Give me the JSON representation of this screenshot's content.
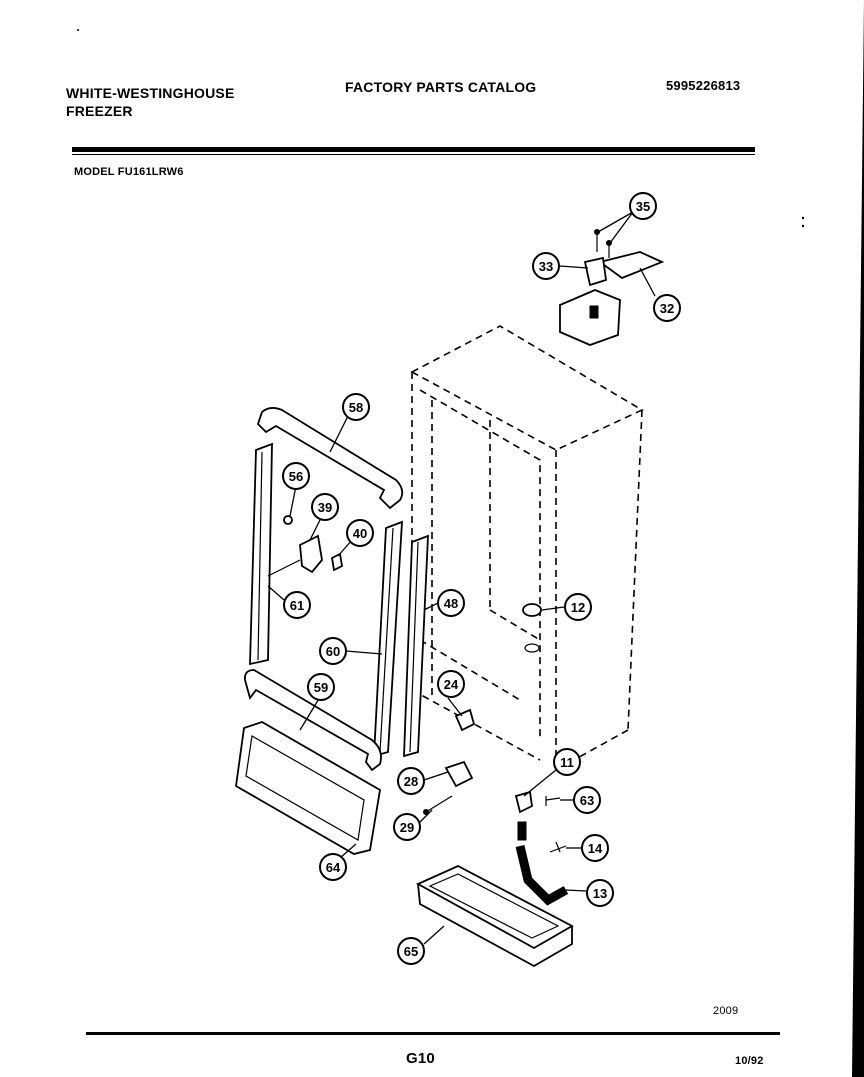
{
  "header": {
    "brand_line1": "WHITE-WESTINGHOUSE",
    "brand_line2": "FREEZER",
    "catalog_title": "FACTORY PARTS CATALOG",
    "catalog_number": "5995226813",
    "model": "MODEL FU161LRW6"
  },
  "footer": {
    "figure_code": "2009",
    "page": "G10",
    "date": "10/92"
  },
  "callouts": [
    "35",
    "33",
    "32",
    "58",
    "56",
    "39",
    "40",
    "61",
    "48",
    "12",
    "60",
    "59",
    "24",
    "11",
    "28",
    "63",
    "29",
    "14",
    "64",
    "13",
    "65"
  ]
}
